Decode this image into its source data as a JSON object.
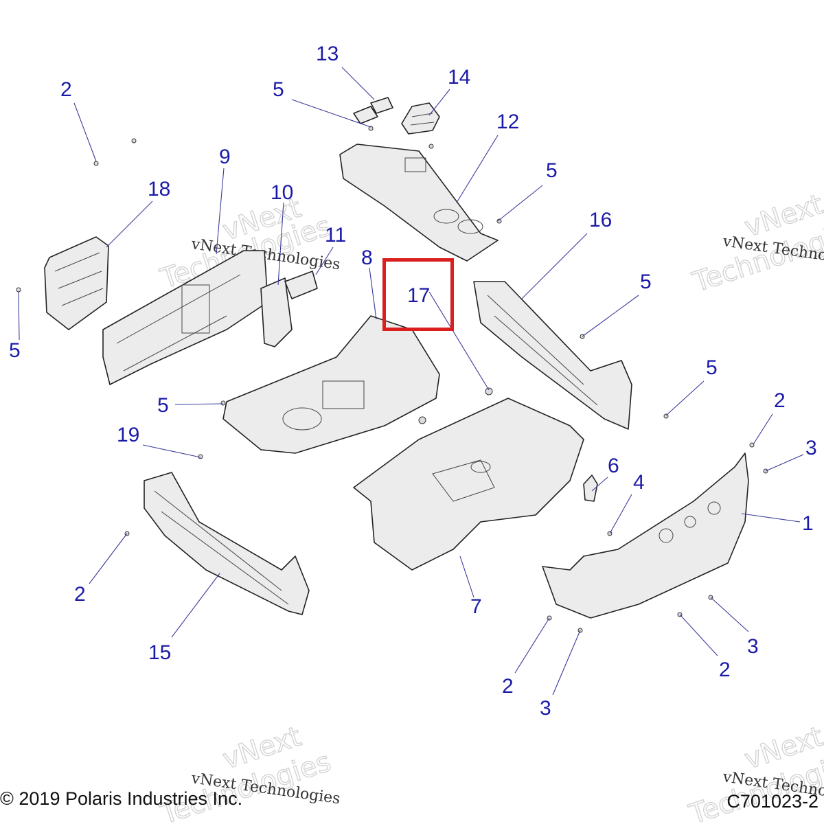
{
  "callouts": [
    {
      "id": "c2a",
      "label": "2"
    },
    {
      "id": "c13",
      "label": "13"
    },
    {
      "id": "c5a",
      "label": "5"
    },
    {
      "id": "c14",
      "label": "14"
    },
    {
      "id": "c12",
      "label": "12"
    },
    {
      "id": "c9",
      "label": "9"
    },
    {
      "id": "c18",
      "label": "18"
    },
    {
      "id": "c10",
      "label": "10"
    },
    {
      "id": "c5b",
      "label": "5"
    },
    {
      "id": "c16",
      "label": "16"
    },
    {
      "id": "c11",
      "label": "11"
    },
    {
      "id": "c8",
      "label": "8"
    },
    {
      "id": "c17",
      "label": "17"
    },
    {
      "id": "c5c",
      "label": "5"
    },
    {
      "id": "c5d",
      "label": "5"
    },
    {
      "id": "c5e",
      "label": "5"
    },
    {
      "id": "c5f",
      "label": "5"
    },
    {
      "id": "c2b",
      "label": "2"
    },
    {
      "id": "c19",
      "label": "19"
    },
    {
      "id": "c3a",
      "label": "3"
    },
    {
      "id": "c6",
      "label": "6"
    },
    {
      "id": "c4",
      "label": "4"
    },
    {
      "id": "c1",
      "label": "1"
    },
    {
      "id": "c2c",
      "label": "2"
    },
    {
      "id": "c7",
      "label": "7"
    },
    {
      "id": "c15",
      "label": "15"
    },
    {
      "id": "c3b",
      "label": "3"
    },
    {
      "id": "c2d",
      "label": "2"
    },
    {
      "id": "c2e",
      "label": "2"
    },
    {
      "id": "c3c",
      "label": "3"
    }
  ],
  "highlighted_callout": "17",
  "watermark": {
    "line1": "vNext Technologies",
    "line2": "vNext",
    "line3": "Technologies"
  },
  "footer": {
    "copyright": "© 2019 Polaris Industries Inc.",
    "figure_code": "C701023-2"
  },
  "colors": {
    "callout": "#1a1aa8",
    "highlight": "#d9201f"
  }
}
